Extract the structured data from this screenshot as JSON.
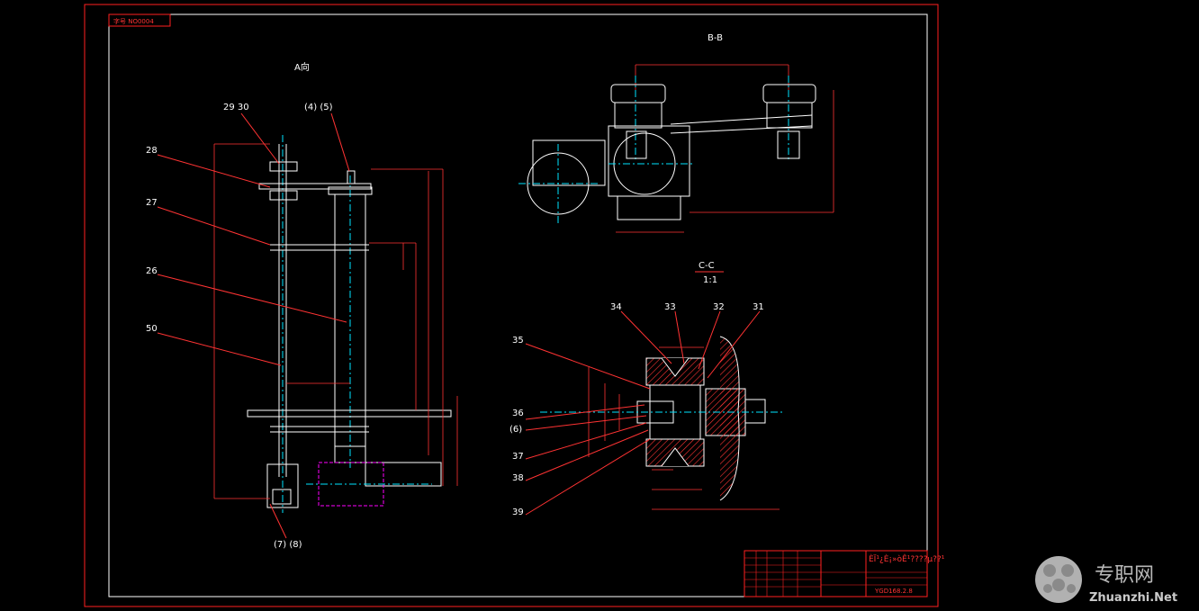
{
  "drawing": {
    "stamp_label": "字号 NO0004",
    "section_bb": "B-B",
    "section_cc": "C-C",
    "scale_cc": "1:1",
    "view_a": "A向",
    "callouts_left": [
      "29 30",
      "(4) (5)",
      "28",
      "27",
      "26",
      "50",
      "(7) (8)"
    ],
    "callouts_right": [
      "34",
      "33",
      "32",
      "31",
      "35",
      "36",
      "(6)",
      "37",
      "38",
      "39"
    ]
  },
  "title_block": {
    "header": "ÈÏ¹¿È¡»òÊ¹????µ??¹",
    "drawing_no": "YGD168.2.8"
  },
  "watermark": {
    "chinese": "专职网",
    "latin": "Zhuanzhi.Net"
  },
  "colors": {
    "background": "#000000",
    "frame": "#ff2020",
    "linework": "#ffffff",
    "centerline": "#00e5ff",
    "hidden": "#ff00ff",
    "dimension": "#ff3333"
  }
}
